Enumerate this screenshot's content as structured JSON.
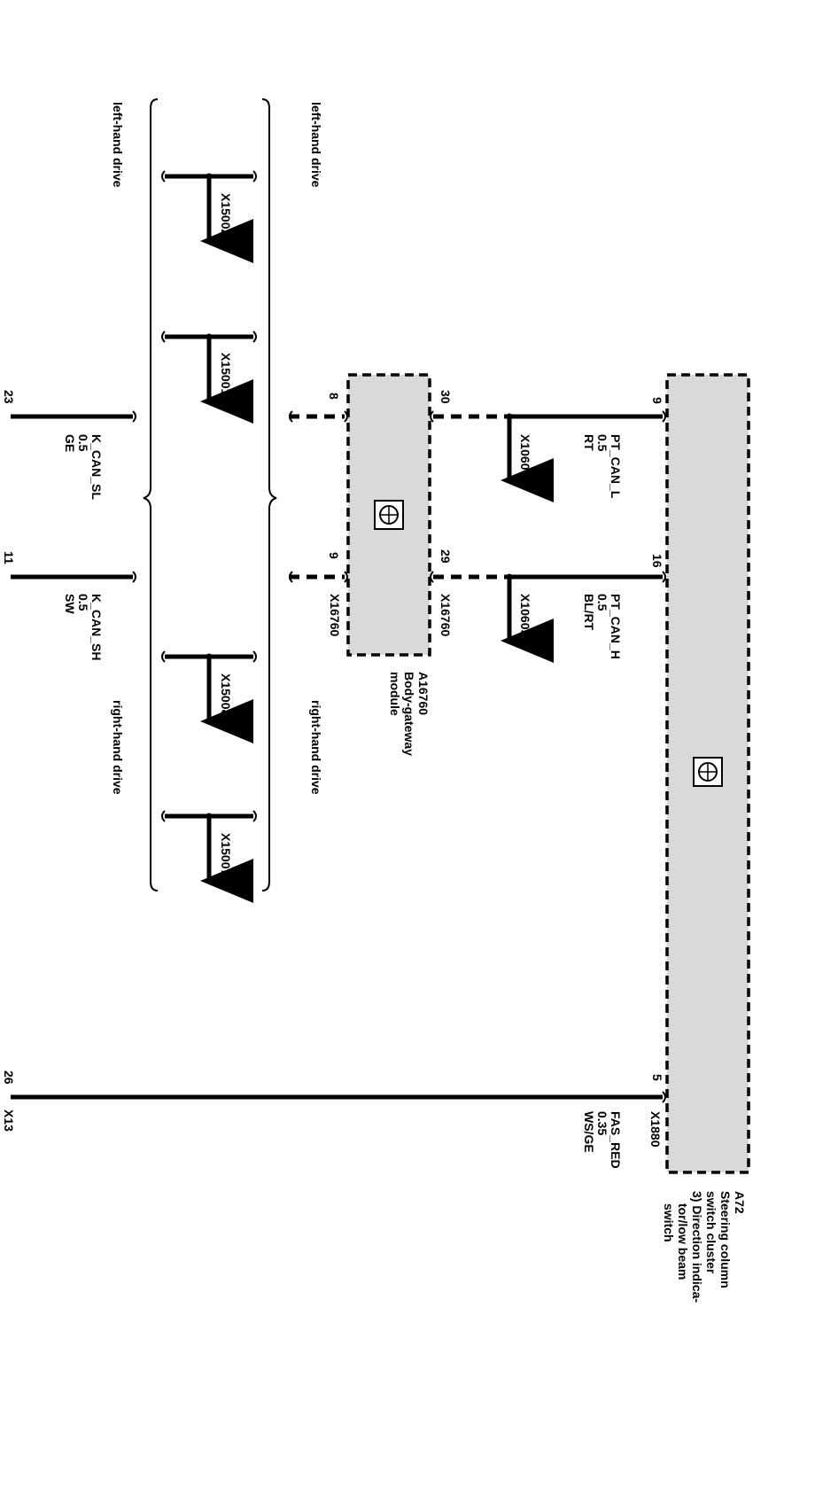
{
  "modules": {
    "steering": {
      "ref": "A72",
      "name_lines": [
        "Steering column",
        "switch cluster",
        "3) Direction indica-",
        "tor/low beam",
        "switch"
      ]
    },
    "gateway": {
      "ref": "A16760",
      "name_lines": [
        "Body-gateway",
        "module"
      ]
    }
  },
  "wires": {
    "pt_can_l": {
      "name": "PT_CAN_L",
      "size": "0.5",
      "color": "RT",
      "pin_a72": "9",
      "pin_gw": "30",
      "splice": "X10606"
    },
    "pt_can_h": {
      "name": "PT_CAN_H",
      "size": "0.5",
      "color": "BL/RT",
      "pin_a72": "16",
      "pin_gw": "29",
      "splice": "X10605"
    },
    "fas_red": {
      "name": "FAS_RED",
      "size": "0.35",
      "color": "WS/GE",
      "pin_a72": "5",
      "connector": "X1880"
    },
    "k_can_sl": {
      "name": "K_CAN_SL",
      "size": "0.5",
      "color": "GE",
      "pin_gw": "8"
    },
    "k_can_sh": {
      "name": "K_CAN_SH",
      "size": "0.5",
      "color": "SW",
      "pin_gw": "9"
    }
  },
  "connectors": {
    "gw_conn_top": "X16760",
    "gw_conn_bottom": "X16760"
  },
  "splices": [
    "X15002",
    "X15001",
    "X15008",
    "X15007"
  ],
  "drive_labels": {
    "lhd_inner": "left-hand drive",
    "lhd_outer": "left-hand drive",
    "rhd_inner": "right-hand drive",
    "rhd_outer": "right-hand drive"
  },
  "edge_marks": [
    "23",
    "11",
    "26",
    "X13"
  ]
}
